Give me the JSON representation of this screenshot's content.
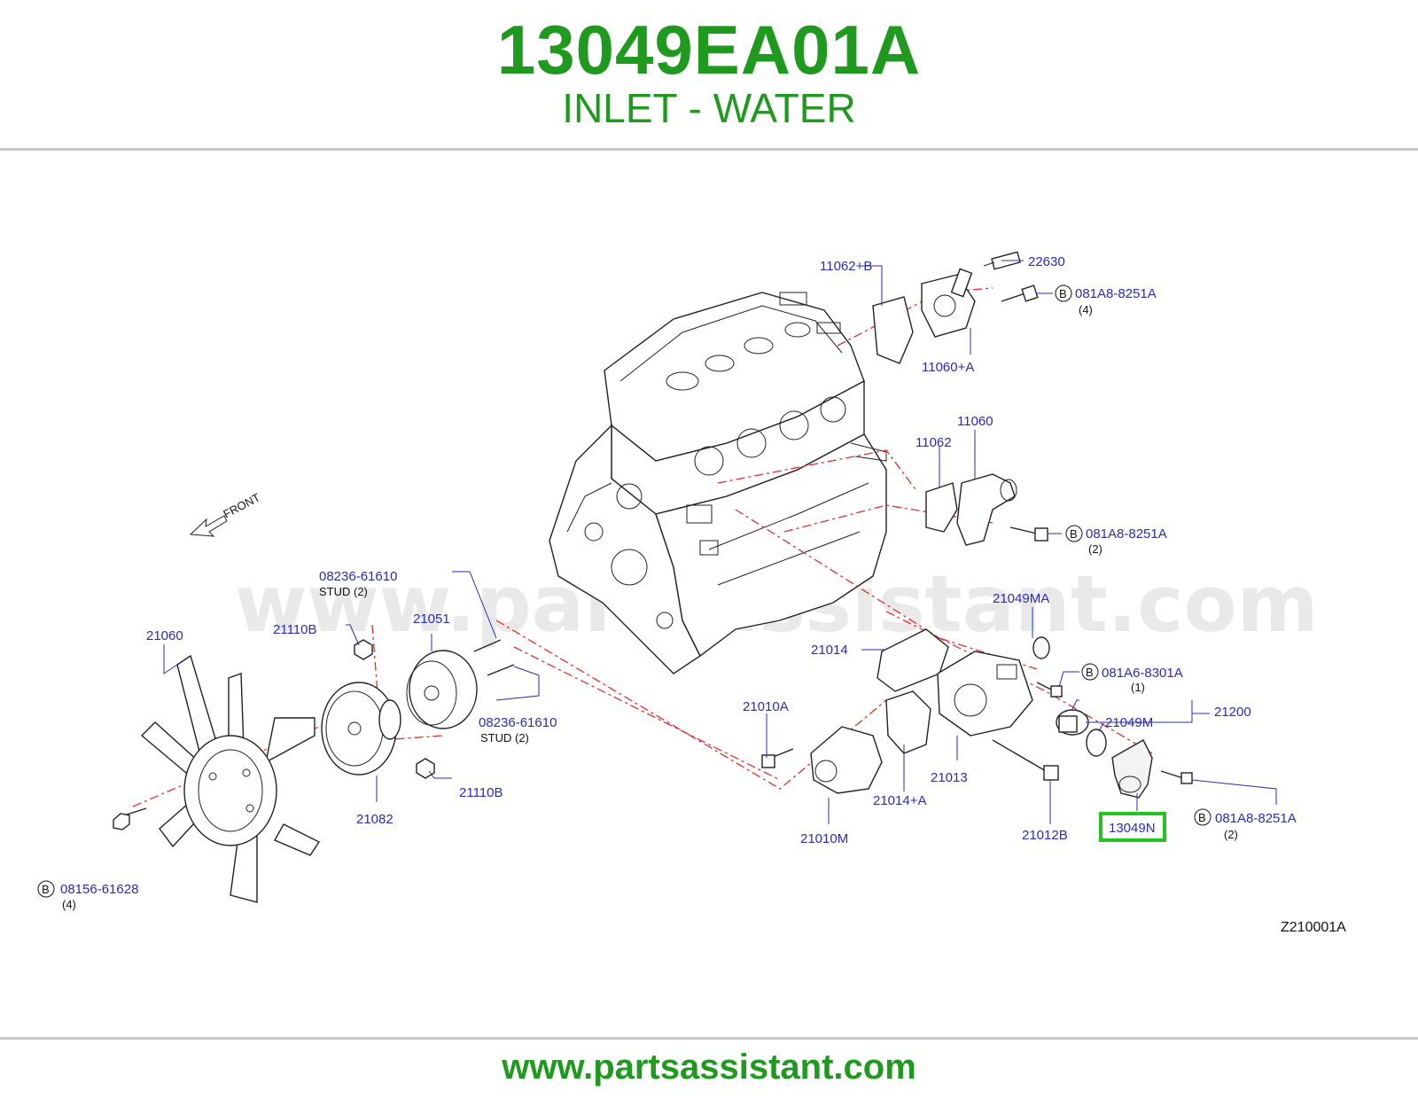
{
  "header": {
    "part_number": "13049EA01A",
    "part_name": "INLET - WATER"
  },
  "footer": {
    "url": "www.partsassistant.com"
  },
  "diagram": {
    "watermark": "www.partsassistant.com",
    "front_label": "FRONT",
    "figure_code": "Z210001A",
    "bolt_marker": "B",
    "highlight_color": "#22c322",
    "callouts": {
      "c22630": "22630",
      "c11062b": "11062+B",
      "c081a8_top": "081A8-8251A",
      "c081a8_top_qty": "(4)",
      "c11060a": "11060+A",
      "c11060": "11060",
      "c11062": "11062",
      "c081a8_mid": "081A8-8251A",
      "c081a8_mid_qty": "(2)",
      "c21049ma": "21049MA",
      "c21014": "21014",
      "c081a6": "081A6-8301A",
      "c081a6_qty": "(1)",
      "c21200": "21200",
      "c21049m": "21049M",
      "c21010a": "21010A",
      "c21013": "21013",
      "c21014a": "21014+A",
      "c21010m": "21010M",
      "c21012b": "21012B",
      "c13049n": "13049N",
      "c081a8_bot": "081A8-8251A",
      "c081a8_bot_qty": "(2)",
      "c08236_top": "08236-61610",
      "c08236_top_note": "STUD    (2)",
      "c21110b_top": "21110B",
      "c21051": "21051",
      "c21060": "21060",
      "c08236_bot": "08236-61610",
      "c08236_bot_note": "STUD    (2)",
      "c21110b_bot": "21110B",
      "c21082": "21082",
      "c08156": "08156-61628",
      "c08156_qty": "(4)"
    }
  }
}
